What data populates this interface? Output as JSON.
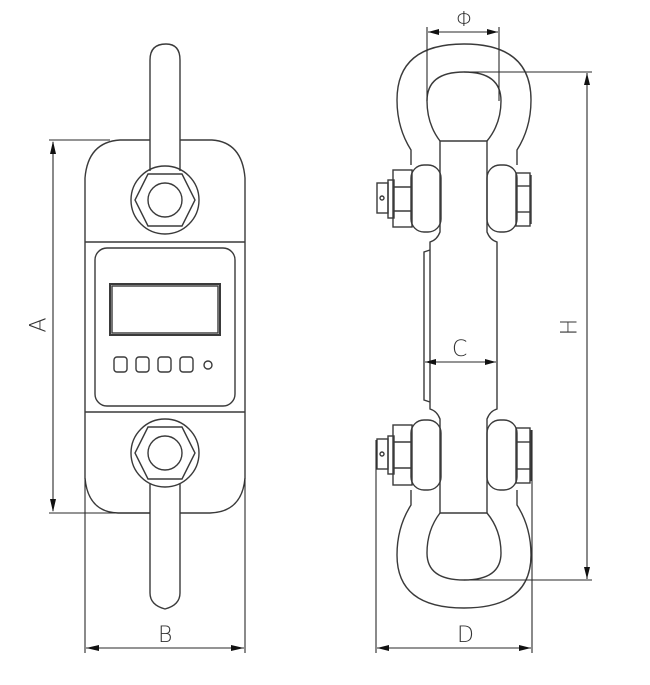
{
  "drawing": {
    "views": [
      {
        "name": "front-view",
        "subject": "digital dynamometer with display and buttons"
      },
      {
        "name": "side-view",
        "subject": "dynamometer with bow shackles at both ends"
      }
    ]
  },
  "dimensions": {
    "A": {
      "label": "A",
      "meaning": "body height"
    },
    "B": {
      "label": "B",
      "meaning": "body width"
    },
    "C": {
      "label": "C",
      "meaning": "body thickness"
    },
    "D": {
      "label": "D",
      "meaning": "shackle width"
    },
    "H": {
      "label": "H",
      "meaning": "overall height between shackle inner bows"
    },
    "PHI": {
      "label": "Φ",
      "meaning": "shackle inner diameter"
    }
  },
  "device": {
    "display": {
      "button_count": 4,
      "indicator_count": 1
    }
  },
  "colors": {
    "line": "#3a3a3a",
    "background": "#ffffff"
  }
}
